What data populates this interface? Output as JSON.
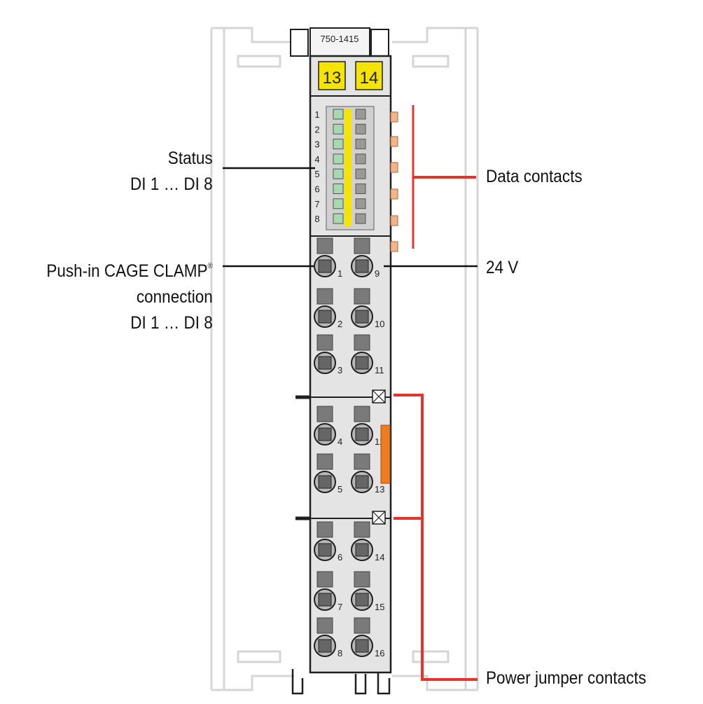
{
  "module": {
    "part_number": "750-1415",
    "marker_left": "13",
    "marker_right": "14",
    "led_numbers": [
      "1",
      "2",
      "3",
      "4",
      "5",
      "6",
      "7",
      "8"
    ],
    "terminal_numbers_left": [
      "1",
      "2",
      "3",
      "4",
      "5",
      "6",
      "7",
      "8"
    ],
    "terminal_numbers_right": [
      "9",
      "10",
      "11",
      "12",
      "13",
      "14",
      "15",
      "16"
    ]
  },
  "labels": {
    "status_line1": "Status",
    "status_line2": "DI 1 … DI 8",
    "push_in_line1": "Push-in CAGE CLAMP",
    "push_in_reg": "®",
    "push_in_line2": "connection",
    "push_in_line3": "DI 1 … DI 8",
    "data_contacts": "Data contacts",
    "voltage_24v": "24 V",
    "power_jumper_contacts": "Power jumper contacts"
  },
  "colors": {
    "housing": "#e4e4e4",
    "outline": "#1f1f1f",
    "marker_yellow": "#f5e400",
    "led_green": "#a8d8b0",
    "data_contact_orange": "#f2b48a",
    "jumper_orange": "#ee7d22",
    "leader_red": "#e8332a",
    "ghost_rail": "#d6d6d6"
  }
}
